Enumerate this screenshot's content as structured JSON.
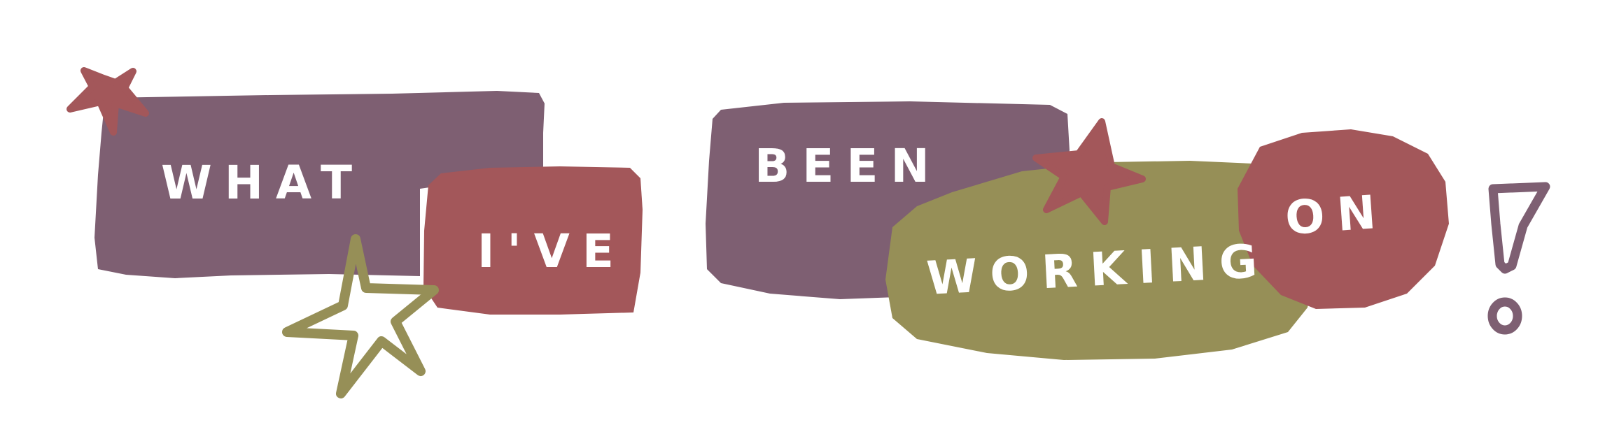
{
  "words": {
    "what": "WHAT",
    "ive": "I'VE",
    "been": "BEEN",
    "working": "WORKING",
    "on": "ON",
    "exclaim": "!"
  },
  "colors": {
    "purple": "#7e5f72",
    "red": "#a3575a",
    "olive": "#968f57",
    "text": "#ffffff",
    "background": "#ffffff"
  },
  "decorations": [
    "star-icon",
    "star-icon",
    "star-icon"
  ]
}
